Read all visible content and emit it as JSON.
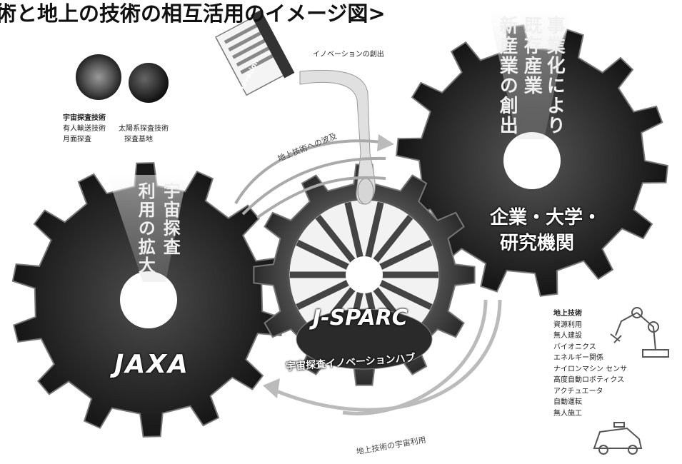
{
  "title": "術と地上の技術の相互活用のイメージ図>",
  "innovation_box": {
    "label": "Innovation",
    "caption": "イノベーションの創出"
  },
  "space_tech": {
    "heading": "宇宙探査技術",
    "items": [
      "有人輸送技術",
      "太陽系探査技術",
      "月面探査",
      "探査基地"
    ]
  },
  "left_gear": {
    "vertical_lines": [
      "宇宙探査",
      "利用の拡大"
    ],
    "logo": "JAXA"
  },
  "right_gear": {
    "vertical_lines": [
      "新産業の創出",
      "既存産業",
      "事業化により"
    ],
    "label_line1": "企業・大学・",
    "label_line2": "研究機関"
  },
  "center_gear": {
    "logo": "J-SPARC",
    "label": "宇宙探査イノベーションハブ"
  },
  "arrows": {
    "to_ground": "地上技術への波及",
    "from_ground": "地上技術の宇宙利用"
  },
  "earth_tech": {
    "heading": "地上技術",
    "items": [
      "資源利用",
      "無人建設",
      "バイオニクス",
      "エネルギー関係",
      "ナイロンマシン センサ",
      "高度自動ロボティクス",
      "アクチュエータ",
      "自動運転",
      "無人施工"
    ]
  },
  "colors": {
    "gear_dark": "#1c1c1c",
    "gear_center": "#4a4a4a",
    "accent": "#e9e9e9"
  }
}
